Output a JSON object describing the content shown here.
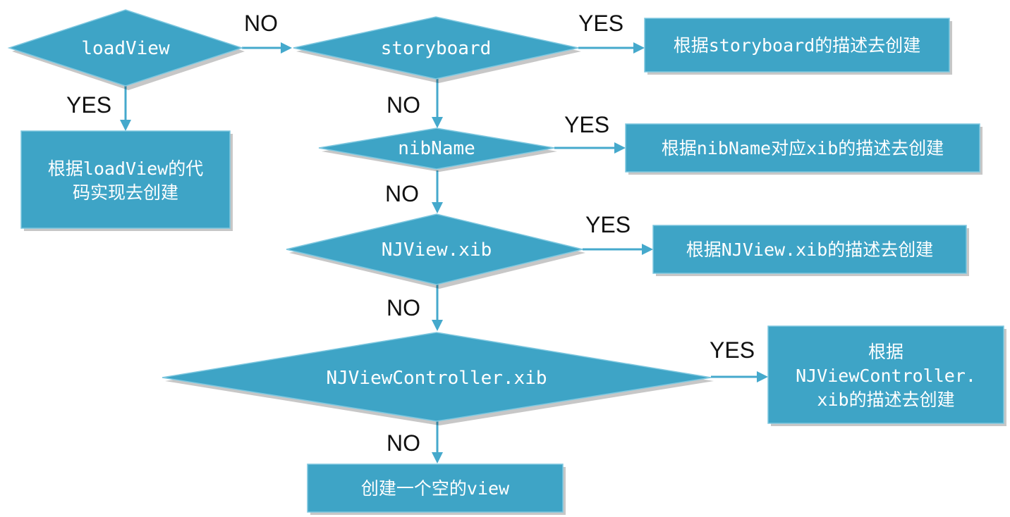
{
  "diagram": {
    "decisions": {
      "loadview": "loadView",
      "storyboard": "storyboard",
      "nibname": "nibName",
      "njview_xib": "NJView.xib",
      "njviewcontroller_xib": "NJViewController.xib"
    },
    "results": {
      "loadview_code": [
        "根据loadView的代",
        "码实现去创建"
      ],
      "storyboard_desc": [
        "根据storyboard的描述去创建"
      ],
      "nibname_desc": [
        "根据nibName对应xib的描述去创建"
      ],
      "njview_desc": [
        "根据NJView.xib的描述去创建"
      ],
      "njviewcontroller_desc": [
        "根据",
        "NJViewController.",
        "xib的描述去创建"
      ],
      "empty_view": [
        "创建一个空的view"
      ]
    },
    "edge_labels": {
      "yes": "YES",
      "no": "NO"
    }
  },
  "colors": {
    "node_fill": "#3ea4c6",
    "node_border": "#7ec7df",
    "edge": "#45a9cc",
    "label_text": "#111111"
  }
}
